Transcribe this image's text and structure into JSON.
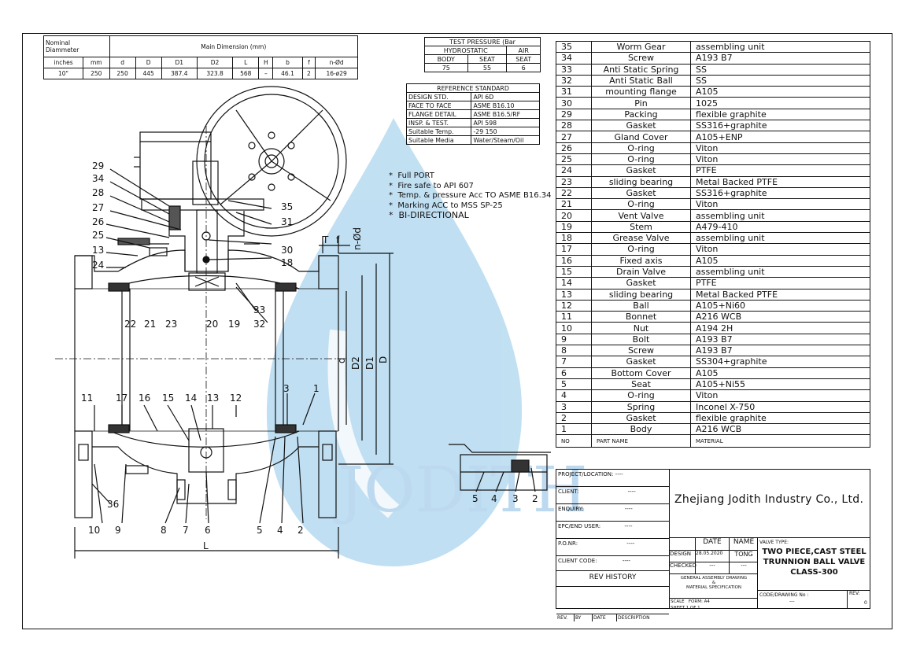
{
  "dimension_table": {
    "col_nominal": "Nominal",
    "col_diameter": "Diammeter",
    "col_main": "Main Dimension (mm)",
    "headers": [
      "inches",
      "mm",
      "d",
      "D",
      "D1",
      "D2",
      "L",
      "H",
      "b",
      "f",
      "n-Ød"
    ],
    "values": [
      "10\"",
      "250",
      "250",
      "445",
      "387.4",
      "323.8",
      "568",
      "–",
      "46.1",
      "2",
      "16-ø29"
    ]
  },
  "test_pressure": {
    "title": "TEST PRESSURE (Bar",
    "hydrostatic": "HYDROSTATIC",
    "air": "AIR",
    "body": "BODY",
    "seat": "SEAT",
    "air_seat": "SEAT",
    "body_val": "75",
    "seat_val": "55",
    "air_val": "6"
  },
  "reference_standard": {
    "title": "REFERENCE STANDARD",
    "rows": [
      [
        "DESIGN STD.",
        "API 6D"
      ],
      [
        "FACE TO FACE",
        "ASME B16.10"
      ],
      [
        "FLANGE DETAIL",
        "ASME B16.5/RF"
      ],
      [
        "INSP. & TEST.",
        "API 598"
      ],
      [
        "Suitable Temp.",
        "-29   150"
      ],
      [
        "Suitable Media",
        "Water/Steam/Oil"
      ]
    ]
  },
  "notes": [
    "Full PORT",
    "Fire safe to API 607",
    "Temp. & pressure Acc TO ASME B16.34",
    "Marking ACC to MSS SP-25",
    "BI-DIRECTIONAL"
  ],
  "bom": [
    [
      "35",
      "Worm Gear",
      "assembling unit"
    ],
    [
      "34",
      "Screw",
      "A193 B7"
    ],
    [
      "33",
      "Anti Static Spring",
      "SS"
    ],
    [
      "32",
      "Anti Static Ball",
      "SS"
    ],
    [
      "31",
      "mounting flange",
      "A105"
    ],
    [
      "30",
      "Pin",
      "1025"
    ],
    [
      "29",
      "Packing",
      "flexible graphite"
    ],
    [
      "28",
      "Gasket",
      "SS316+graphite"
    ],
    [
      "27",
      "Gland Cover",
      "A105+ENP"
    ],
    [
      "26",
      "O-ring",
      "Viton"
    ],
    [
      "25",
      "O-ring",
      "Viton"
    ],
    [
      "24",
      "Gasket",
      "PTFE"
    ],
    [
      "23",
      "sliding bearing",
      "Metal Backed PTFE"
    ],
    [
      "22",
      "Gasket",
      "SS316+graphite"
    ],
    [
      "21",
      "O-ring",
      "Viton"
    ],
    [
      "20",
      "Vent Valve",
      "assembling unit"
    ],
    [
      "19",
      "Stem",
      "A479-410"
    ],
    [
      "18",
      "Grease Valve",
      "assembling unit"
    ],
    [
      "17",
      "O-ring",
      "Viton"
    ],
    [
      "16",
      "Fixed axis",
      "A105"
    ],
    [
      "15",
      "Drain Valve",
      "assembling unit"
    ],
    [
      "14",
      "Gasket",
      "PTFE"
    ],
    [
      "13",
      "sliding bearing",
      "Metal Backed PTFE"
    ],
    [
      "12",
      "Ball",
      "A105+Ni60"
    ],
    [
      "11",
      "Bonnet",
      "A216 WCB"
    ],
    [
      "10",
      "Nut",
      "A194 2H"
    ],
    [
      "9",
      "Bolt",
      "A193 B7"
    ],
    [
      "8",
      "Screw",
      "A193 B7"
    ],
    [
      "7",
      "Gasket",
      "SS304+graphite"
    ],
    [
      "6",
      "Bottom Cover",
      "A105"
    ],
    [
      "5",
      "Seat",
      "A105+Ni55"
    ],
    [
      "4",
      "O-ring",
      "Viton"
    ],
    [
      "3",
      "Spring",
      "Inconel X-750"
    ],
    [
      "2",
      "Gasket",
      "flexible graphite"
    ],
    [
      "1",
      "Body",
      "A216 WCB"
    ]
  ],
  "bom_header": {
    "no": "NO",
    "part": "PART NAME",
    "material": "MATERIAL"
  },
  "title_block": {
    "project": "PROJECT/LOCATION:",
    "client": "CLIENT:",
    "enquiry": "ENQUIRY:",
    "epc": "EPC/END USER:",
    "po": "P.O.NR:",
    "client_code": "CLIENT CODE:",
    "blank": "----",
    "company": "Zhejiang Jodith Industry Co., Ltd.",
    "date": "DATE",
    "name": "NAME",
    "design": "DESIGN",
    "design_date": "28.05.2020",
    "design_name": "TONG",
    "checked": "CHECKED",
    "checked_blank": "---",
    "rev_history": "REV HISTORY",
    "ga_1": "GENERAL ASSEMBLY DRAWING",
    "ga_2": "&",
    "ga_3": "MATERIAL SPECIFICATION",
    "valve_type_label": "VALVE TYPE:",
    "valve_type_1": "TWO PIECE,CAST STEEL",
    "valve_type_2": "TRUNNION BALL VALVE",
    "valve_type_3": "CLASS-300",
    "scale": "SCALE",
    "form": "FORM:",
    "form_val": "A4",
    "sheet": "SHEET",
    "sheet_of": "1  OF  1",
    "code_label": "CODE/DRAWING No :",
    "code_val": "---",
    "rev_label": "REV:",
    "rev_val": "0",
    "rev_cols": [
      "REV.",
      "BY",
      "DATE",
      "DESCRIPTION"
    ]
  },
  "watermark": "JODITH",
  "dim_labels": {
    "d": "d",
    "D2": "D2",
    "D1": "D1",
    "D": "D",
    "L": "L",
    "T": "T",
    "f": "f",
    "nd": "n-Ød"
  },
  "callouts": [
    "29",
    "34",
    "28",
    "27",
    "26",
    "25",
    "13",
    "24",
    "35",
    "31",
    "30",
    "18",
    "33",
    "32",
    "22",
    "21",
    "23",
    "20",
    "19",
    "11",
    "17",
    "16",
    "15",
    "14",
    "13",
    "12",
    "3",
    "1",
    "36",
    "10",
    "9",
    "8",
    "7",
    "6",
    "5",
    "4",
    "2",
    "5",
    "4",
    "3",
    "2"
  ]
}
